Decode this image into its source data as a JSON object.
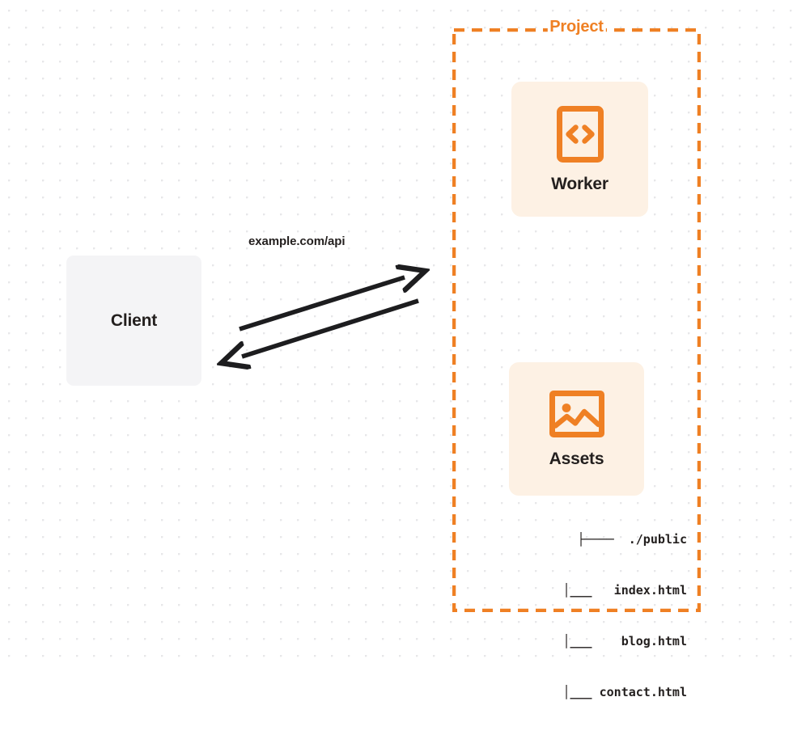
{
  "diagram": {
    "type": "architecture-diagram",
    "title": "Project",
    "background": {
      "style": "dotted-grid",
      "dot_color": "#e7e7e9",
      "page_color": "#ffffff"
    },
    "colors": {
      "accent_orange": "#ef8024",
      "card_fill": "#fdf1e4",
      "client_fill": "#f4f4f6",
      "text_dark": "#231f1e",
      "arrow_stroke": "#1d1d1f"
    }
  },
  "client": {
    "label": "Client",
    "icon": "client-box"
  },
  "connection": {
    "label": "example.com/api",
    "request_arrow": "arrow-right",
    "response_arrow": "arrow-left",
    "direction": "bidirectional"
  },
  "project": {
    "title": "Project",
    "border_style": "dashed",
    "services": [
      {
        "id": "worker",
        "label": "Worker",
        "icon": "code-document-icon"
      },
      {
        "id": "assets",
        "label": "Assets",
        "icon": "image-icon"
      }
    ]
  },
  "file_tree": {
    "rows": [
      "├────  ./public",
      "│___   index.html",
      "│___    blog.html",
      "│___ contact.html"
    ],
    "root": "./public",
    "files": [
      "index.html",
      "blog.html",
      "contact.html"
    ]
  }
}
